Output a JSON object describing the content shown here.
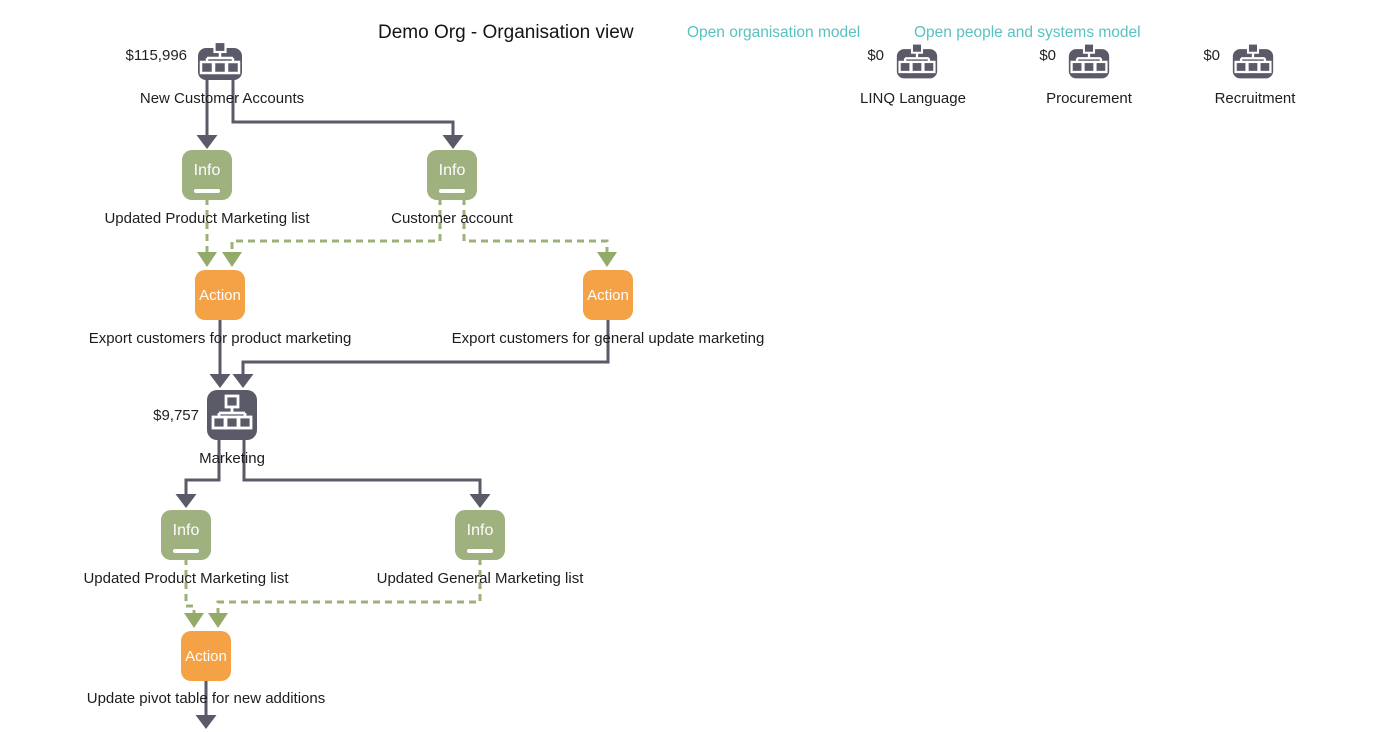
{
  "header": {
    "title": "Demo Org - Organisation view",
    "links": [
      {
        "label": "Open organisation model"
      },
      {
        "label": "Open people and systems model"
      }
    ]
  },
  "colors": {
    "node_dark": "#5a5a68",
    "info_green": "#9eb17e",
    "action_orange": "#f4a245",
    "link_teal": "#57c2c0",
    "dashed_green": "#9db07a"
  },
  "icons": {
    "org_chart": "org-chart-icon"
  },
  "diagram": {
    "org_nodes": [
      {
        "value": "$115,996",
        "label": "New Customer Accounts"
      },
      {
        "value": "$0",
        "label": "LINQ Language"
      },
      {
        "value": "$0",
        "label": "Procurement"
      },
      {
        "value": "$0",
        "label": "Recruitment"
      },
      {
        "value": "$9,757",
        "label": "Marketing"
      }
    ],
    "info_nodes": [
      {
        "badge": "Info",
        "label": "Updated Product Marketing list"
      },
      {
        "badge": "Info",
        "label": "Customer account"
      },
      {
        "badge": "Info",
        "label": "Updated Product Marketing list"
      },
      {
        "badge": "Info",
        "label": "Updated General Marketing list"
      }
    ],
    "action_nodes": [
      {
        "badge": "Action",
        "label": "Export customers for product marketing"
      },
      {
        "badge": "Action",
        "label": "Export customers for general update marketing"
      },
      {
        "badge": "Action",
        "label": "Update pivot table for new additions"
      }
    ]
  }
}
